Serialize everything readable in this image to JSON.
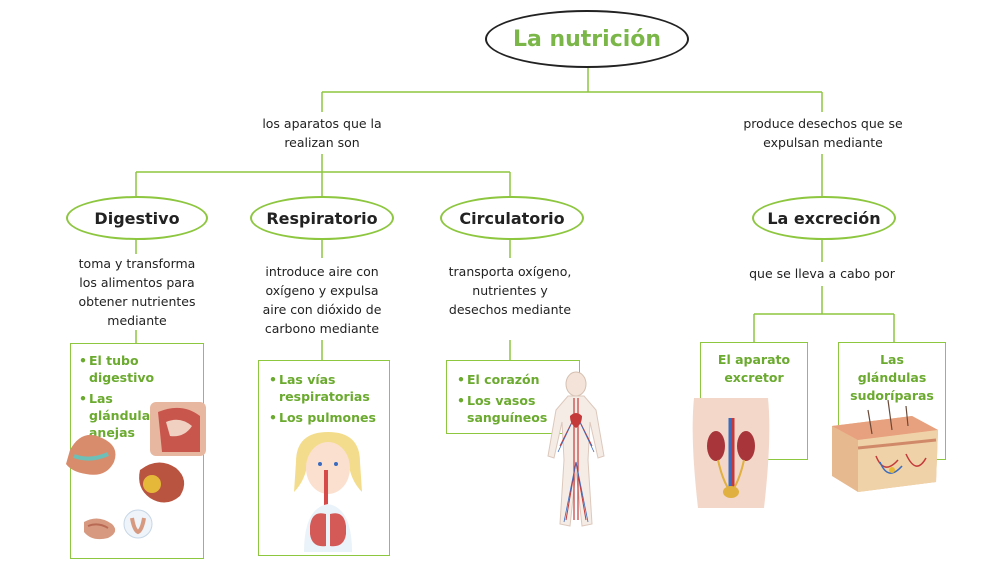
{
  "title": "La nutrición",
  "left_branch_text": "los aparatos que la realizan son",
  "right_branch_text": "produce desechos que se expulsan mediante",
  "systems": [
    {
      "name": "Digestivo",
      "description": "toma y transforma los alimentos para obtener nutrientes mediante",
      "items": [
        "El tubo digestivo",
        "Las glándulas anejas"
      ]
    },
    {
      "name": "Respiratorio",
      "description": "introduce aire con oxígeno y expulsa aire con dióxido de carbono mediante",
      "items": [
        "Las vías respiratorias",
        "Los pulmones"
      ]
    },
    {
      "name": "Circulatorio",
      "description": "transporta oxígeno, nutrientes y desechos mediante",
      "items": [
        "El corazón",
        "Los vasos sanguíneos"
      ]
    }
  ],
  "excretion": {
    "name": "La excreción",
    "description": "que se lleva a cabo por",
    "items": [
      "El aparato excretor",
      "Las glándulas sudoríparas"
    ]
  },
  "colors": {
    "accent_green": "#8dc63f",
    "text_green": "#6aaa2e",
    "title_green": "#7ab648",
    "text": "#222222"
  }
}
